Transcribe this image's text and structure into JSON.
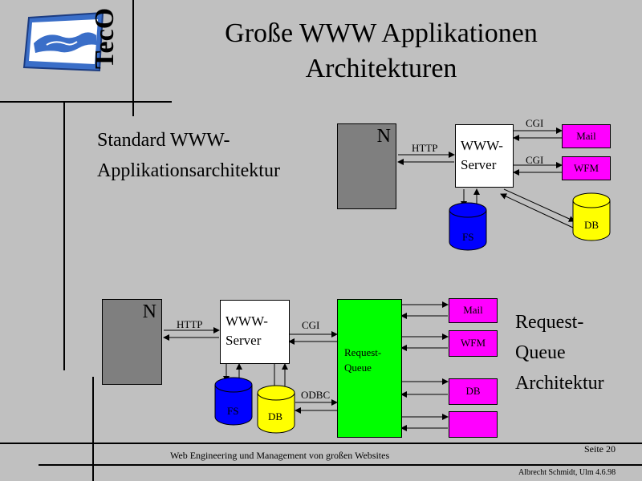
{
  "slide": {
    "title_line1": "Große WWW Applikationen",
    "title_line2": "Architekturen",
    "logo_text": "TecO",
    "footer_text": "Web Engineering und Management von großen Websites",
    "page_label": "Seite 20",
    "author_line": "Albrecht Schmidt, Ulm 4.6.98"
  },
  "top_diagram": {
    "heading_line1": "Standard WWW-",
    "heading_line2": "Applikationsarchitektur",
    "client_label": "N",
    "http_label": "HTTP",
    "server_line1": "WWW-",
    "server_line2": "Server",
    "cgi_label_1": "CGI",
    "cgi_label_2": "CGI",
    "mail_label": "Mail",
    "wfm_label": "WFM",
    "db_label": "DB",
    "fs_label": "FS"
  },
  "bottom_diagram": {
    "heading_line1": "Request-",
    "heading_line2": "Queue",
    "heading_line3": "Architektur",
    "client_label": "N",
    "http_label": "HTTP",
    "server_line1": "WWW-",
    "server_line2": "Server",
    "cgi_label": "CGI",
    "odbc_label": "ODBC",
    "queue_line1": "Request-",
    "queue_line2": "Queue",
    "mail_label": "Mail",
    "wfm_label": "WFM",
    "db_box_label": "DB",
    "fs_label": "FS",
    "db_label": "DB"
  },
  "colors": {
    "background": "#c0c0c0",
    "client": "#7f7f7f",
    "server": "#ffffff",
    "magenta": "#ff00ff",
    "yellow": "#ffff00",
    "blue": "#0000ff",
    "green": "#00ff00"
  }
}
